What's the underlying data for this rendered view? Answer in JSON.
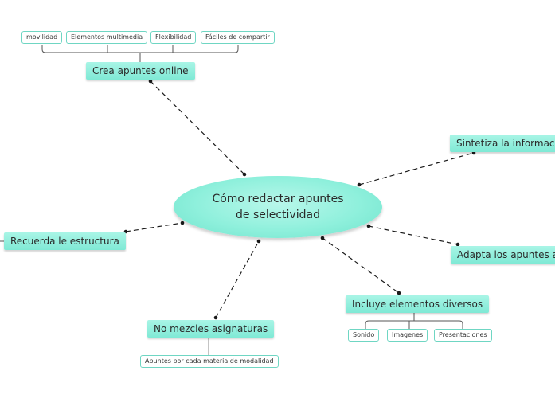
{
  "central": {
    "line1": "Cómo redactar apuntes",
    "line2": "de selectividad"
  },
  "crea": {
    "label": "Crea apuntes online",
    "children": [
      "movilidad",
      "Elementos multimedia",
      "Flexibilidad",
      "Fáciles de compartir"
    ]
  },
  "sintetiza": {
    "label": "Sintetiza la información"
  },
  "adapta": {
    "label": "Adapta los apuntes a tu"
  },
  "recuerda": {
    "label": "Recuerda le estructura"
  },
  "mezcles": {
    "label": "No mezcles asignaturas",
    "children": [
      "Apuntes por cada materia de modalidad"
    ]
  },
  "incluye": {
    "label": "Incluye elementos diversos",
    "children": [
      "Sonido",
      "Imagenes",
      "Presentaciones"
    ]
  },
  "colors": {
    "node_fill": "#8ff0dc",
    "leaf_border": "#6fd6c3",
    "link": "#1a1a1a"
  }
}
